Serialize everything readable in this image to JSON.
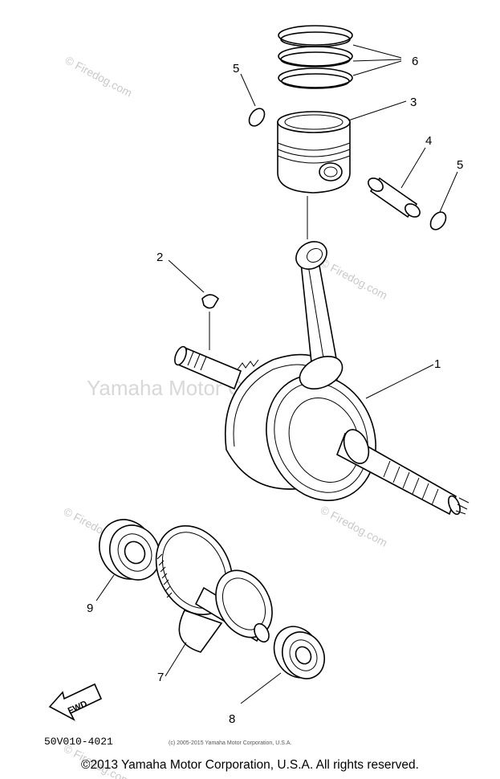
{
  "callouts": {
    "part1": "1",
    "part2": "2",
    "part3": "3",
    "part4": "4",
    "part5a": "5",
    "part5b": "5",
    "part6": "6",
    "part7": "7",
    "part8": "8",
    "part9": "9"
  },
  "watermarks": {
    "firedog": "© Firedog.com",
    "firedog_large": "© Firedog.com",
    "yamaha": "Yamaha Motor Corp., U.S.A."
  },
  "fwd_label": "FWD",
  "diagram_code": "50V010-4021",
  "small_copyright": "(c) 2005-2015 Yamaha Motor Corporation, U.S.A.",
  "copyright": "©2013 Yamaha Motor Corporation, U.S.A. All rights reserved."
}
